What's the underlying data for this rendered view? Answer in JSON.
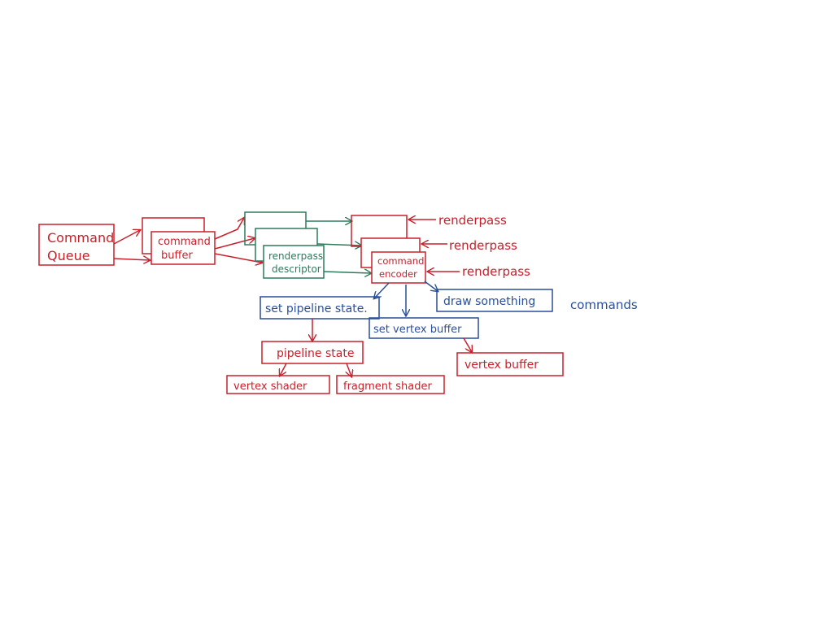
{
  "colors": {
    "red": "#c8202b",
    "blue": "#2a4f9a",
    "green": "#2e7a5b",
    "background": "#ffffff"
  },
  "nodes": {
    "command_queue": [
      "Command",
      "Queue"
    ],
    "command_buffer": [
      "command",
      "buffer"
    ],
    "renderpass_descriptor": [
      "renderpass",
      "descriptor"
    ],
    "command_encoder": [
      "command",
      "encoder"
    ],
    "renderpass_1": "renderpass",
    "renderpass_2": "renderpass",
    "renderpass_3": "renderpass",
    "set_pipeline_state": "set pipeline state.",
    "draw_something": "draw something",
    "commands_label": "commands",
    "set_vertex_buffer": "set vertex buffer",
    "pipeline_state": "pipeline state",
    "vertex_buffer": "vertex buffer",
    "vertex_shader": "vertex shader",
    "fragment_shader": "fragment shader"
  }
}
